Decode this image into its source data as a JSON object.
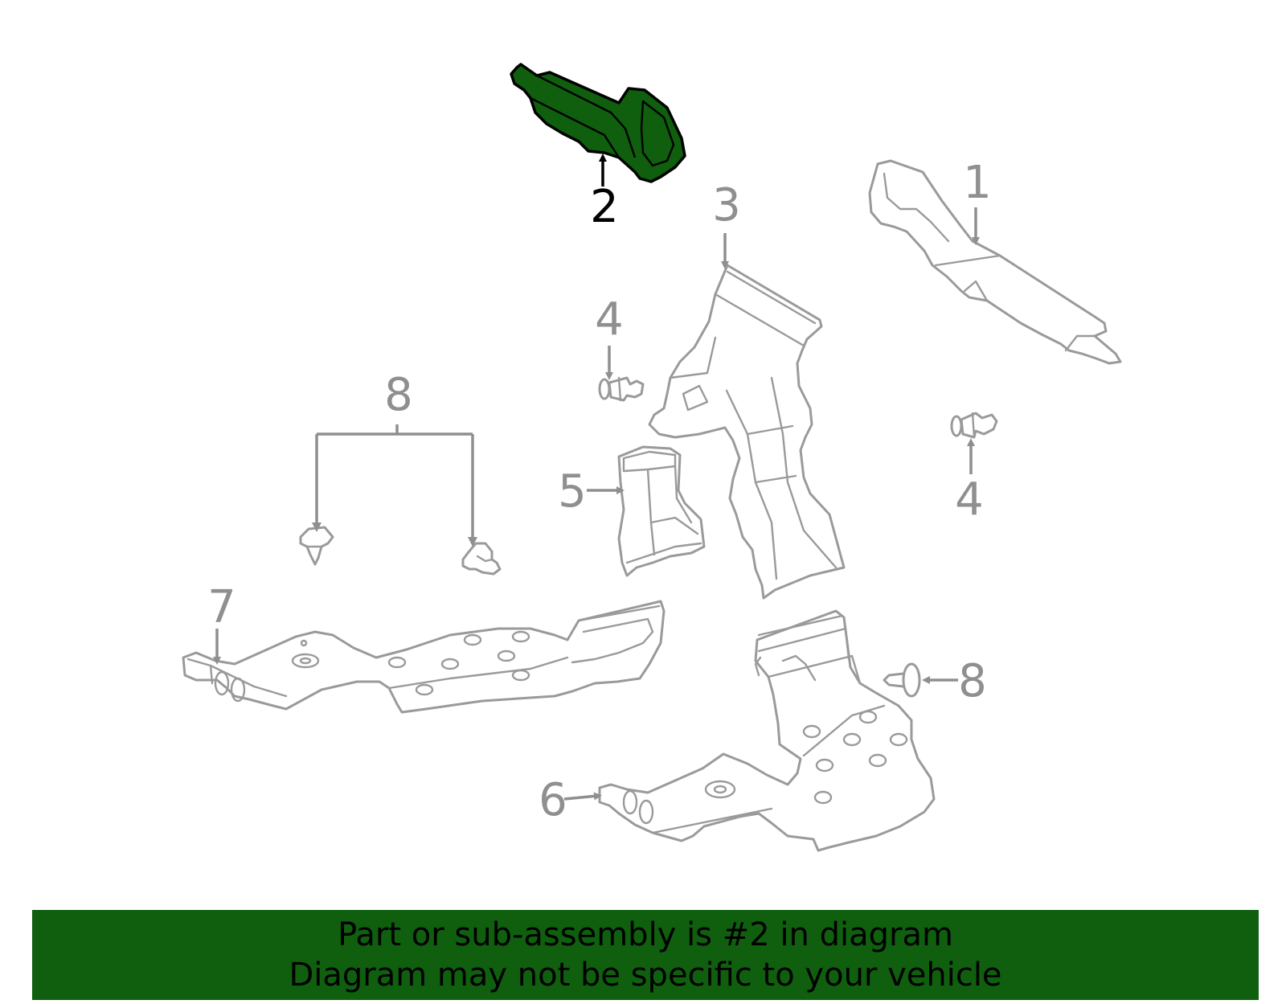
{
  "callouts": {
    "c1": "1",
    "c2": "2",
    "c3": "3",
    "c4a": "4",
    "c4b": "4",
    "c5": "5",
    "c6": "6",
    "c7": "7",
    "c8a": "8",
    "c8b": "8"
  },
  "highlight": {
    "part_number": "2",
    "color": "#0f5f0f"
  },
  "banner": {
    "line1": "Part or sub-assembly is #2 in diagram",
    "line2": "Diagram may not be specific to your vehicle"
  }
}
